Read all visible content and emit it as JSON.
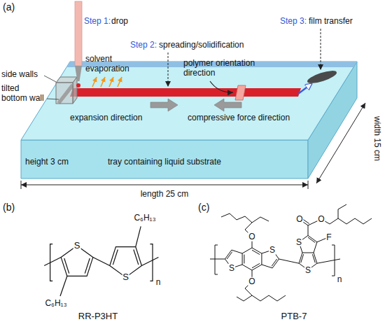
{
  "diagram": {
    "labels": [
      "(a)",
      "Step 1:",
      "drop",
      "side walls",
      "tilted bottom wall",
      "solvent evaporation",
      "Step 2:",
      "spreading/solidification",
      "polymer orientation direction",
      "Step 3:",
      "film transfer",
      "expansion direction",
      "compressive force direction",
      "height 3 cm",
      "tray containing liquid substrate",
      "width 15 cm",
      "length 25 cm",
      "(b)",
      "C₆H₁₃",
      "S",
      "S",
      "C₆H₁₃",
      "n",
      "RR-P3HT",
      "(c)",
      "O",
      "O",
      "O",
      "F",
      "S",
      "S",
      "S",
      "S",
      "O",
      "n",
      "PTB-7"
    ]
  }
}
